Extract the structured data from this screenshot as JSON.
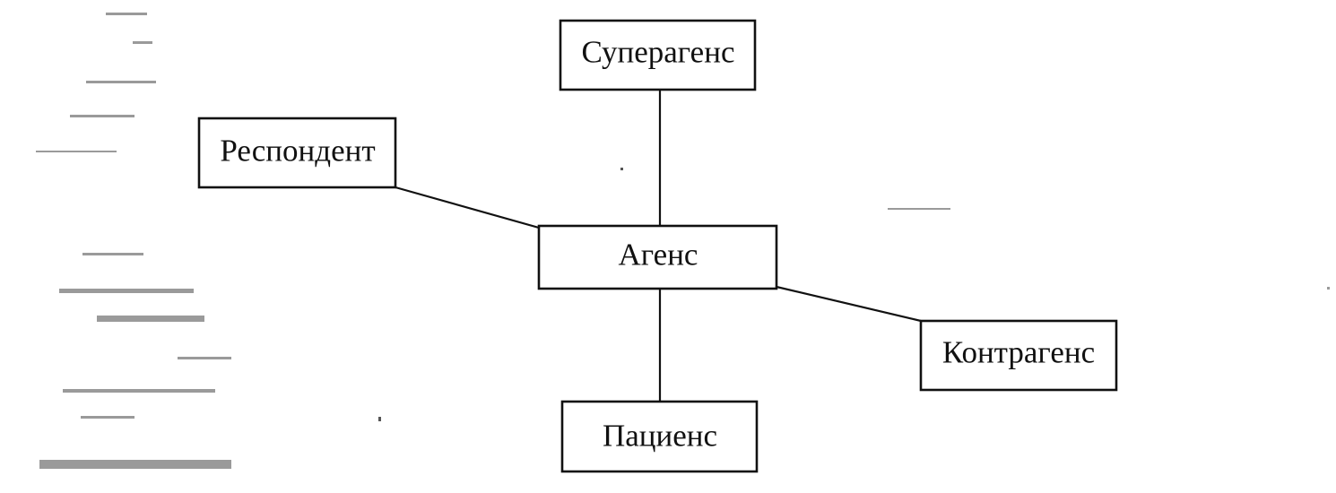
{
  "diagram": {
    "colors": {
      "ink": "#111111",
      "background": "#ffffff"
    },
    "nodes": [
      {
        "id": "superagens",
        "label": "Суперагенс"
      },
      {
        "id": "respondent",
        "label": "Респондент"
      },
      {
        "id": "agens",
        "label": "Агенс"
      },
      {
        "id": "kontragens",
        "label": "Контрагенс"
      },
      {
        "id": "patsiens",
        "label": "Пациенс"
      }
    ],
    "edges": [
      {
        "from": "superagens",
        "to": "agens"
      },
      {
        "from": "respondent",
        "to": "agens"
      },
      {
        "from": "agens",
        "to": "kontragens"
      },
      {
        "from": "agens",
        "to": "patsiens"
      }
    ]
  }
}
